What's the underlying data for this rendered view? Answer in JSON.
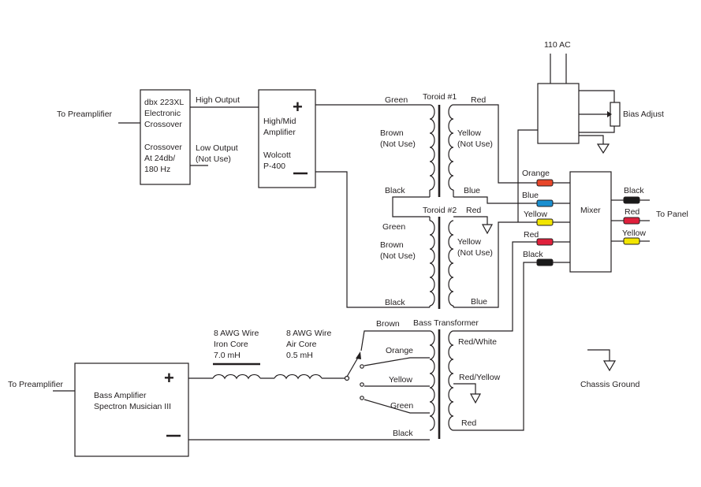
{
  "colors": {
    "ink": "#231f20",
    "orange": "#e8462a",
    "blue": "#1a8fd0",
    "yellow": "#f2e500",
    "red": "#e0203c",
    "black": "#1a1a1a"
  },
  "left_inputs": {
    "to_preamp_top": "To Preamplifier",
    "to_preamp_bottom": "To Preamplifier"
  },
  "crossover": {
    "lines": [
      "dbx 223XL",
      "Electronic",
      "Crossover"
    ],
    "setting_lines": [
      "Crossover",
      "At 24db/",
      "180 Hz"
    ],
    "high_output": "High Output",
    "low_output": "Low Output",
    "low_output_note": "(Not Use)"
  },
  "high_mid_amp": {
    "lines": [
      "High/Mid",
      "Amplifier"
    ],
    "model_lines": [
      "Wolcott",
      "P-400"
    ],
    "plus": "+",
    "minus": "—"
  },
  "toroid1": {
    "title": "Toroid #1",
    "primary": [
      "Green",
      "Brown",
      "(Not Use)",
      "Black"
    ],
    "secondary": [
      "Red",
      "Yellow",
      "(Not Use)",
      "Blue"
    ]
  },
  "toroid2": {
    "title": "Toroid #2",
    "primary": [
      "Green",
      "Brown",
      "(Not Use)",
      "Black"
    ],
    "secondary": [
      "Red",
      "Yellow",
      "(Not Use)",
      "Blue"
    ]
  },
  "power": {
    "ac": "110 AC",
    "bias": "Bias Adjust"
  },
  "mixer": {
    "title": "Mixer",
    "inputs": [
      "Orange",
      "Blue",
      "Yellow",
      "Red",
      "Black"
    ],
    "outputs": [
      "Black",
      "Red",
      "Yellow"
    ],
    "to_panel": "To Panel"
  },
  "inductors": {
    "iron": [
      "8 AWG Wire",
      "Iron Core",
      "7.0 mH"
    ],
    "air": [
      "8 AWG Wire",
      "Air Core",
      "0.5 mH"
    ]
  },
  "bass_transformer": {
    "title": "Bass Transformer",
    "taps": [
      "Brown",
      "Orange",
      "Yellow",
      "Green",
      "Black"
    ],
    "secondary": [
      "Red/White",
      "Red/Yellow",
      "Red"
    ]
  },
  "bass_amp": {
    "lines": [
      "Bass Amplifier",
      "Spectron Musician III"
    ],
    "plus": "+",
    "minus": "—"
  },
  "legend": {
    "chassis_ground": "Chassis Ground"
  }
}
